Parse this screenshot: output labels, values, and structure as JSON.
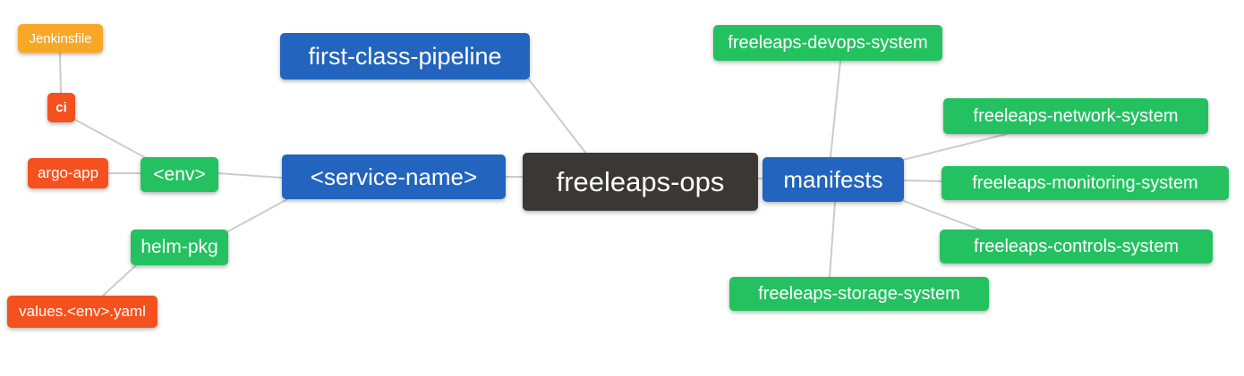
{
  "palette": {
    "background": "#FFFFFF",
    "node_text": "#FFFFFF",
    "blue": "#2264BE",
    "green": "#24C161",
    "orange": "#F9A825",
    "red": "#F4511E",
    "dark": "#3B3734",
    "edge_line": "#CCCCCC"
  },
  "nodes": [
    {
      "id": "jenkinsfile",
      "label": "Jenkinsfile",
      "color": "orange"
    },
    {
      "id": "ci",
      "label": "ci",
      "color": "red"
    },
    {
      "id": "argo-app",
      "label": "argo-app",
      "color": "red"
    },
    {
      "id": "env",
      "label": "<env>",
      "color": "green"
    },
    {
      "id": "helm-pkg",
      "label": "helm-pkg",
      "color": "green"
    },
    {
      "id": "values-env-yaml",
      "label": "values.<env>.yaml",
      "color": "red"
    },
    {
      "id": "first-class-pipeline",
      "label": "first-class-pipeline",
      "color": "blue"
    },
    {
      "id": "service-name",
      "label": "<service-name>",
      "color": "blue"
    },
    {
      "id": "freeleaps-ops",
      "label": "freeleaps-ops",
      "color": "dark"
    },
    {
      "id": "manifests",
      "label": "manifests",
      "color": "blue"
    },
    {
      "id": "freeleaps-devops-system",
      "label": "freeleaps-devops-system",
      "color": "green"
    },
    {
      "id": "freeleaps-network-system",
      "label": "freeleaps-network-system",
      "color": "green"
    },
    {
      "id": "freeleaps-monitoring-system",
      "label": "freeleaps-monitoring-system",
      "color": "green"
    },
    {
      "id": "freeleaps-controls-system",
      "label": "freeleaps-controls-system",
      "color": "green"
    },
    {
      "id": "freeleaps-storage-system",
      "label": "freeleaps-storage-system",
      "color": "green"
    }
  ],
  "edges": [
    {
      "from": "jenkinsfile",
      "to": "ci"
    },
    {
      "from": "ci",
      "to": "env"
    },
    {
      "from": "argo-app",
      "to": "env"
    },
    {
      "from": "env",
      "to": "service-name"
    },
    {
      "from": "helm-pkg",
      "to": "service-name"
    },
    {
      "from": "values-env-yaml",
      "to": "helm-pkg"
    },
    {
      "from": "first-class-pipeline",
      "to": "freeleaps-ops"
    },
    {
      "from": "service-name",
      "to": "freeleaps-ops"
    },
    {
      "from": "freeleaps-ops",
      "to": "manifests"
    },
    {
      "from": "freeleaps-devops-system",
      "to": "manifests"
    },
    {
      "from": "manifests",
      "to": "freeleaps-network-system"
    },
    {
      "from": "manifests",
      "to": "freeleaps-monitoring-system"
    },
    {
      "from": "manifests",
      "to": "freeleaps-controls-system"
    },
    {
      "from": "manifests",
      "to": "freeleaps-storage-system"
    }
  ]
}
